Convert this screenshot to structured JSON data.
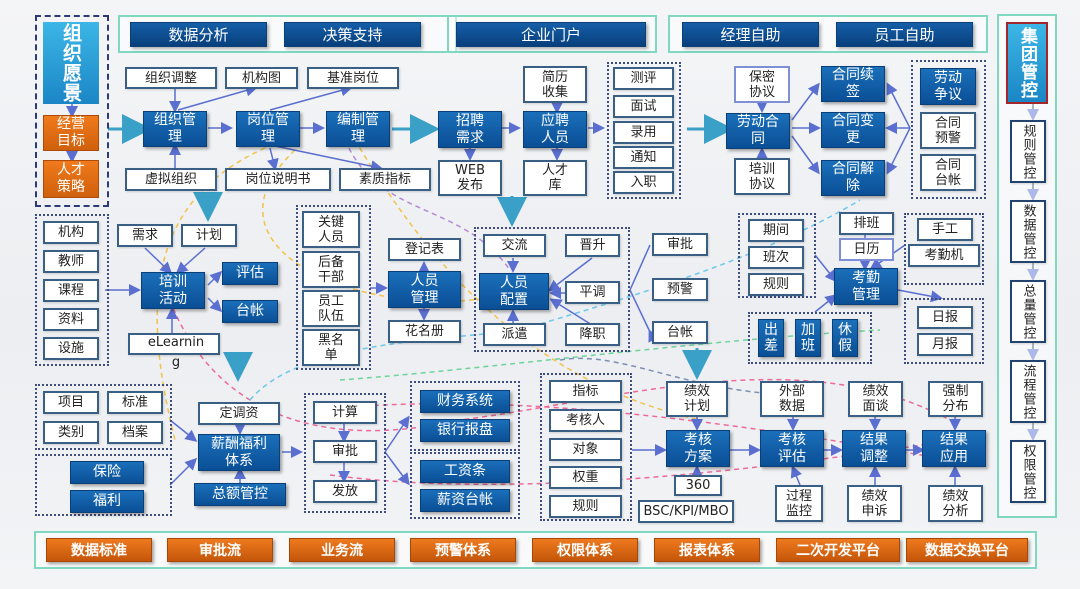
{
  "top_bar": {
    "left_group": [
      "数据分析",
      "决策支持"
    ],
    "middle_group": [
      "企业门户"
    ],
    "right_group": [
      "经理自助",
      "员工自助"
    ]
  },
  "vision": {
    "title": "组织愿景",
    "goal": "经营目标",
    "strategy": "人才策略"
  },
  "org": {
    "top": [
      "组织调整",
      "机构图",
      "基准岗位"
    ],
    "main": [
      "组织管理",
      "岗位管理",
      "编制管理"
    ],
    "bottom": [
      "虚拟组织",
      "岗位说明书",
      "素质指标"
    ]
  },
  "recruit": {
    "demand": "招聘需求",
    "web": "WEB发布",
    "resume": "简历收集",
    "applicant": "应聘人员",
    "talent_pool": "人才库",
    "steps": [
      "测评",
      "面试",
      "录用",
      "通知",
      "入职"
    ]
  },
  "contract": {
    "confidential": "保密协议",
    "labor_contract": "劳动合同",
    "training_agreement": "培训协议",
    "renew": "合同续签",
    "change": "合同变更",
    "terminate": "合同解除",
    "side": [
      "劳动争议",
      "合同预警",
      "合同台帐"
    ]
  },
  "group_control": {
    "title": "集团管控",
    "items": [
      "规则管控",
      "数据管控",
      "总量管控",
      "流程管控",
      "权限管控"
    ]
  },
  "training": {
    "resources": [
      "机构",
      "教师",
      "课程",
      "资料",
      "设施"
    ],
    "need": "需求",
    "plan": "计划",
    "activity": "培训活动",
    "evaluate": "评估",
    "ledger": "台帐",
    "elearning": "eLearning"
  },
  "personnel": {
    "categories": [
      "关键人员",
      "后备干部",
      "员工队伍",
      "黑名单"
    ],
    "register": "登记表",
    "manage": "人员管理",
    "roster": "花名册"
  },
  "allocation": {
    "exchange": "交流",
    "promote": "晋升",
    "center": "人员配置",
    "transfer": "平调",
    "dispatch": "派遣",
    "demote": "降职",
    "approve": "审批",
    "warning": "预警",
    "ledger": "台帐"
  },
  "attendance": {
    "period_items": [
      "期间",
      "班次",
      "规则"
    ],
    "schedule": "排班",
    "calendar": "日历",
    "input_items": [
      "手工",
      "考勤机"
    ],
    "center": "考勤管理",
    "leave_items": [
      "出差",
      "加班",
      "休假"
    ],
    "reports": [
      "日报",
      "月报"
    ]
  },
  "compensation": {
    "items": [
      "项目",
      "标准",
      "类别",
      "档案"
    ],
    "benefits": [
      "保险",
      "福利"
    ],
    "adjust": "定调资",
    "center": "薪酬福利体系",
    "total_control": "总额管控",
    "process": [
      "计算",
      "审批",
      "发放"
    ],
    "finance": [
      "财务系统",
      "银行报盘"
    ],
    "payslip": [
      "工资条",
      "薪资台帐"
    ]
  },
  "performance": {
    "elements": [
      "指标",
      "考核人",
      "对象",
      "权重",
      "规则"
    ],
    "plan": "绩效计划",
    "external": "外部数据",
    "interview": "绩效面谈",
    "forced": "强制分布",
    "scheme": "考核方案",
    "evaluate": "考核评估",
    "adjust": "结果调整",
    "apply": "结果应用",
    "method_360": "360",
    "methods": "BSC/KPI/MBO",
    "monitor": "过程监控",
    "appeal": "绩效申诉",
    "analysis": "绩效分析"
  },
  "platform_bar": [
    "数据标准",
    "审批流",
    "业务流",
    "预警体系",
    "权限体系",
    "报表体系",
    "二次开发平台",
    "数据交换平台"
  ],
  "colors": {
    "dark_blue": "#0a4f96",
    "light_blue": "#2aa3db",
    "orange": "#e06a14",
    "green_border": "#7fd8bf",
    "arrow": "#5a6fd0"
  }
}
